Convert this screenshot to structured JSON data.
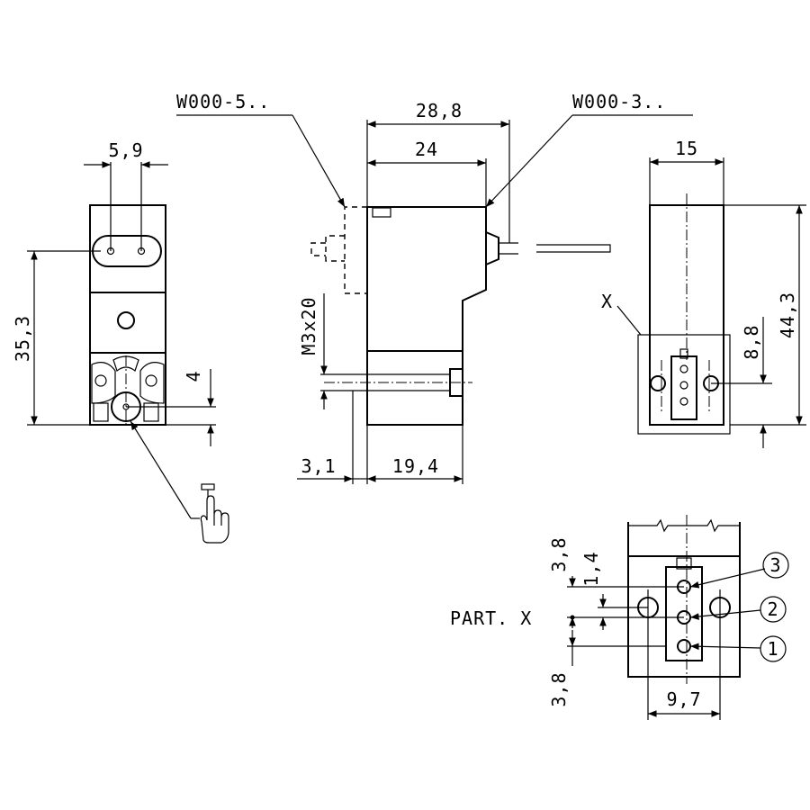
{
  "labels": {
    "w000_5": "W000-5..",
    "w000_3": "W000-3..",
    "part_x": "PART. X",
    "x_mark": "X",
    "thread": "M3x20"
  },
  "dimensions": {
    "d_5_9": "5,9",
    "d_35_3": "35,3",
    "d_4": "4",
    "d_28_8": "28,8",
    "d_24": "24",
    "d_3_1": "3,1",
    "d_19_4": "19,4",
    "d_15": "15",
    "d_44_3": "44,3",
    "d_8_8": "8,8",
    "d_3_8_top": "3,8",
    "d_1_4": "1,4",
    "d_3_8_bottom": "3,8",
    "d_9_7": "9,7"
  },
  "port_numbers": {
    "p1": "1",
    "p2": "2",
    "p3": "3"
  }
}
